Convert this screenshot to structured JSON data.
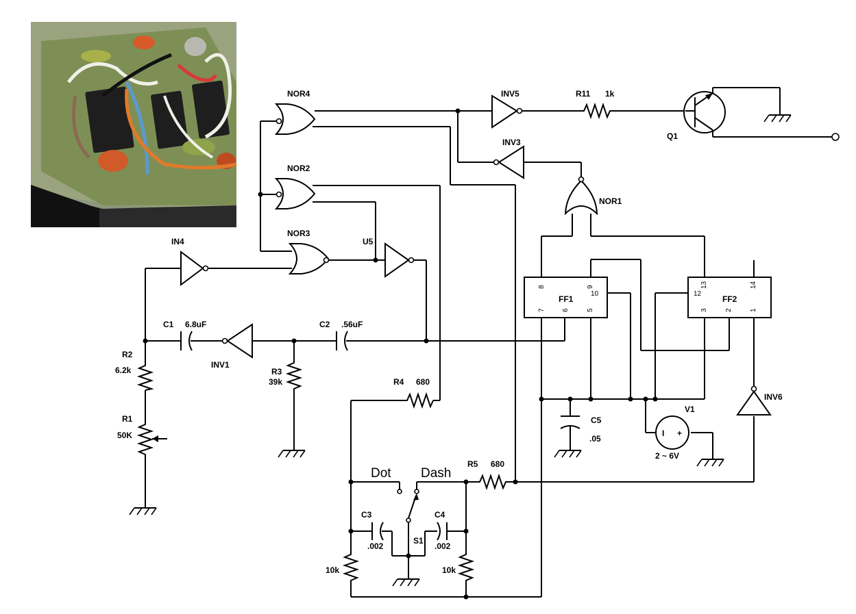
{
  "photo": {
    "description_icon": "circuit-board-photo"
  },
  "labels": {
    "nor4": "NOR4",
    "nor2": "NOR2",
    "nor3": "NOR3",
    "nor1": "NOR1",
    "in4": "IN4",
    "u5": "U5",
    "inv5": "INV5",
    "inv3": "INV3",
    "inv1": "INV1",
    "inv6": "INV6",
    "r11": "R11",
    "r11_val": "1k",
    "q1": "Q1",
    "ff1": "FF1",
    "ff2": "FF2",
    "c1": "C1",
    "c1_val": "6.8uF",
    "c2": "C2",
    "c2_val": ".56uF",
    "r2": "R2",
    "r2_val": "6.2k",
    "r1": "R1",
    "r1_val": "50K",
    "r3": "R3",
    "r3_val": "39k",
    "r4": "R4",
    "r4_val": "680",
    "r5": "R5",
    "r5_val": "680",
    "c5": "C5",
    "c5_val": ".05",
    "v1": "V1",
    "v1_val": "2 ~ 6V",
    "v1_minus": "I",
    "v1_plus": "+",
    "dot": "Dot",
    "dash": "Dash",
    "c3": "C3",
    "c3_val": ".002",
    "c4": "C4",
    "c4_val": ".002",
    "s1": "S1",
    "r_left_val": "10k",
    "r_right_val": "10k"
  },
  "ff1_pins": {
    "p8": "8",
    "p9": "9",
    "p10": "10",
    "p7": "7",
    "p6": "6",
    "p5": "5"
  },
  "ff2_pins": {
    "p13": "13",
    "p12": "12",
    "p14": "14",
    "p3": "3",
    "p2": "2",
    "p1": "1"
  },
  "colors": {
    "wire": "#000000",
    "background": "#ffffff"
  }
}
